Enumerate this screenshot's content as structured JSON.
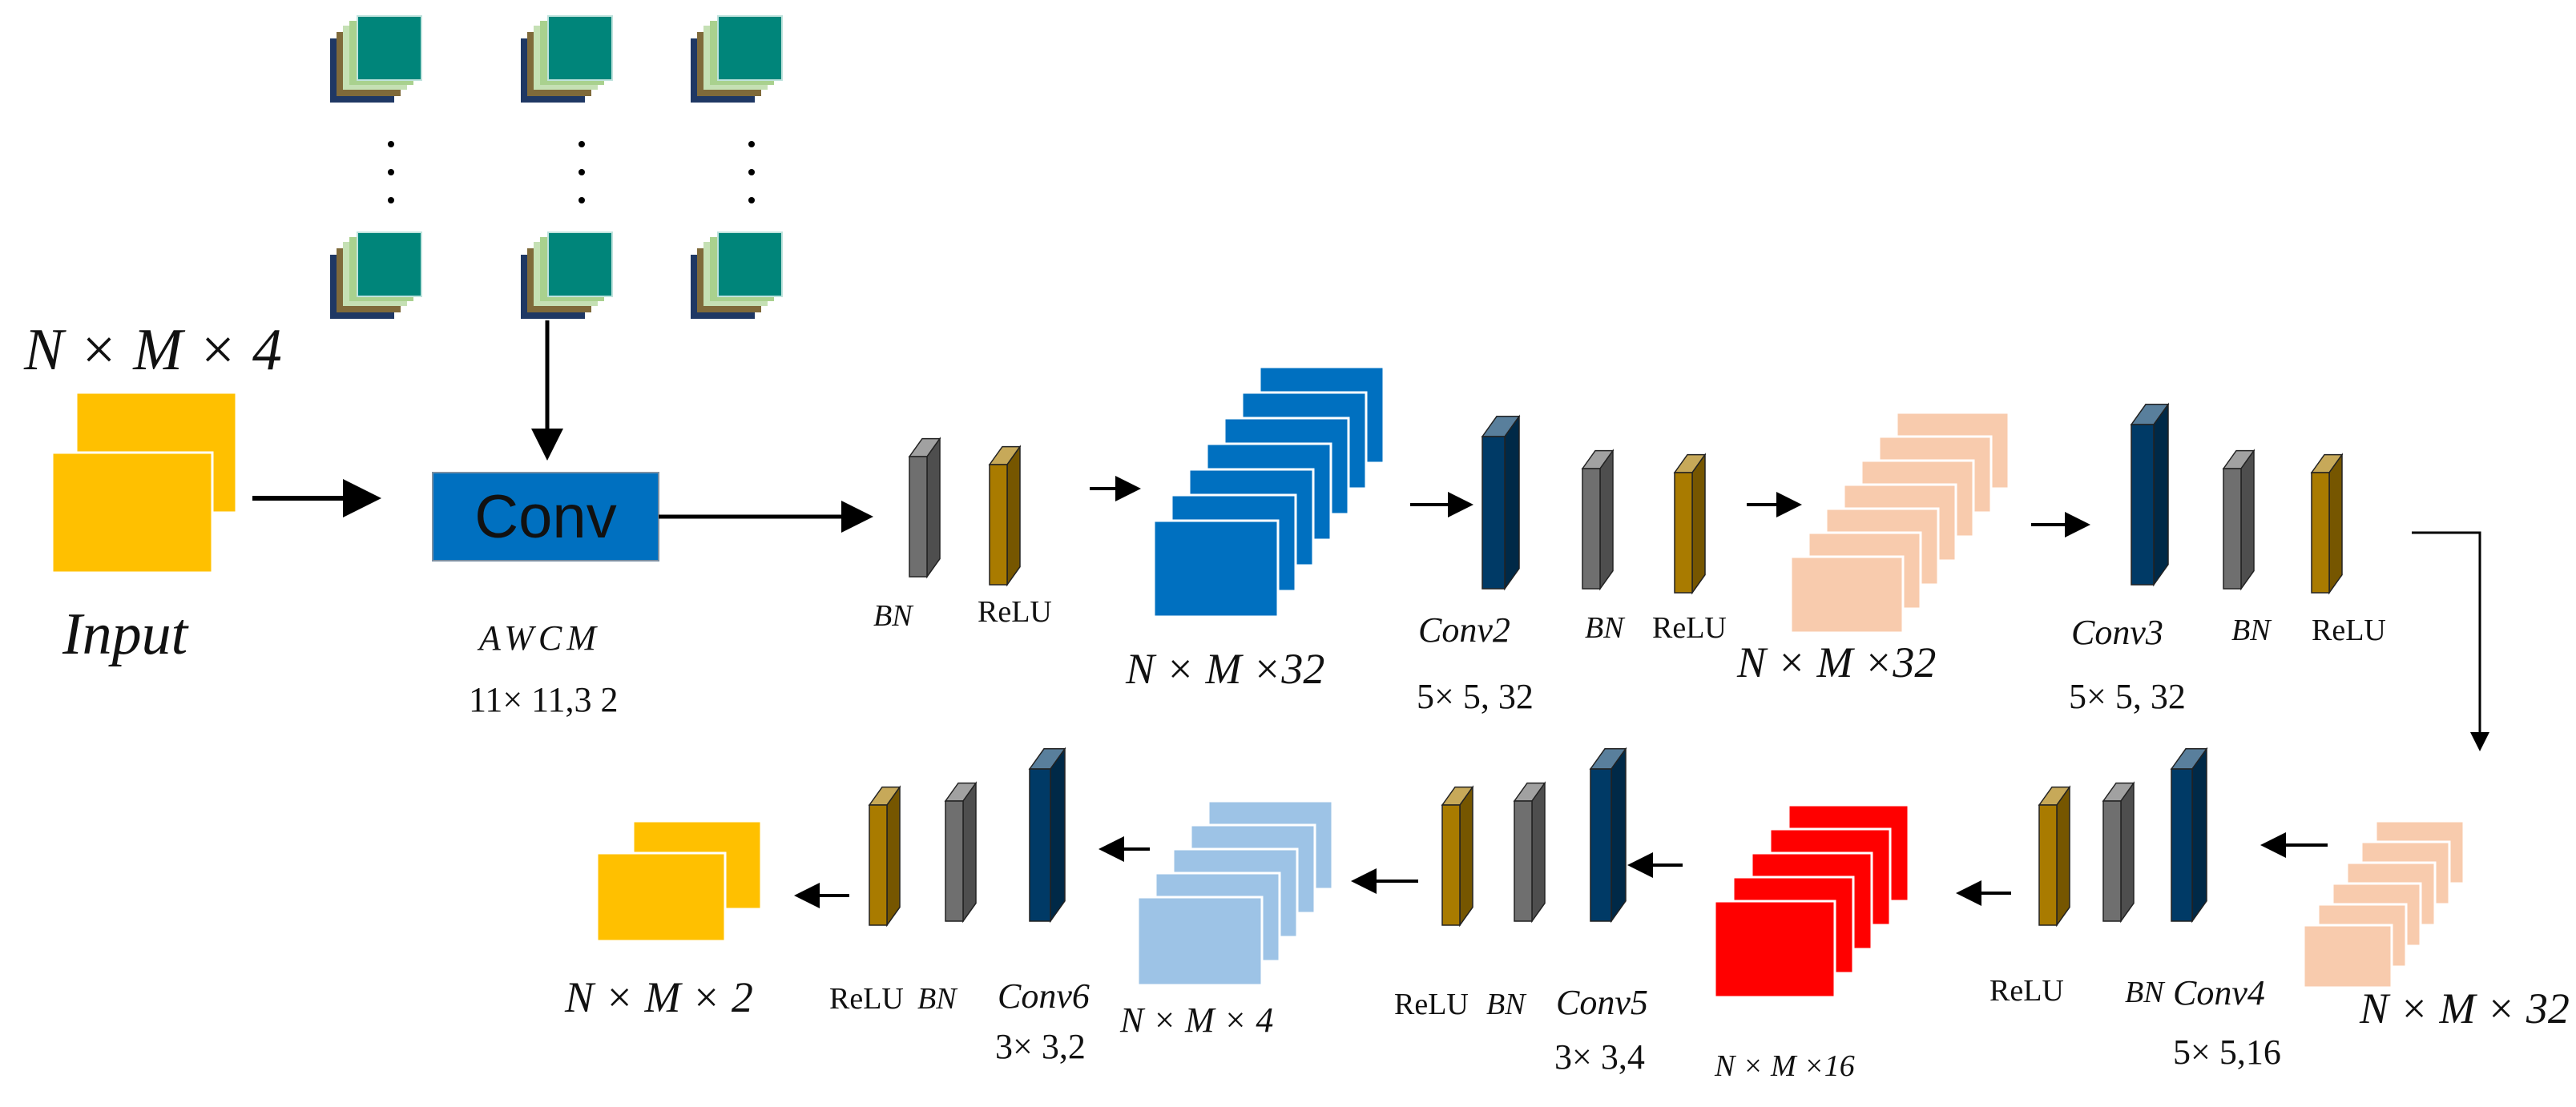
{
  "input": {
    "dims": "N × M × 4",
    "label": "Input"
  },
  "awcm": {
    "block": "Conv",
    "name": "AWCM",
    "params": "11× 11,3 2"
  },
  "stage1": {
    "bn": "BN",
    "relu": "ReLU",
    "output": "N × M ×32"
  },
  "conv2": {
    "name": "Conv2",
    "params": "5× 5, 32",
    "bn": "BN",
    "relu": "ReLU",
    "output": "N × M ×32"
  },
  "conv3": {
    "name": "Conv3",
    "params": "5× 5, 32",
    "bn": "BN",
    "relu": "ReLU",
    "output": "N × M × 32"
  },
  "conv4": {
    "name": "Conv4",
    "params": "5× 5,16",
    "bn": "BN",
    "relu": "ReLU",
    "output": "N × M ×16"
  },
  "conv5": {
    "name": "Conv5",
    "params": "3× 3,4",
    "bn": "BN",
    "relu": "ReLU",
    "output": "N × M × 4"
  },
  "conv6": {
    "name": "Conv6",
    "params": "3× 3,2",
    "bn": "BN",
    "relu": "ReLU",
    "output": "N × M × 2"
  },
  "colors": {
    "input_yellow": "#FFC000",
    "conv_blue": "#0070C0",
    "conv_dark": "#003A66",
    "bn_gray": "#6F6F6F",
    "relu_gold": "#A97B00",
    "feature_blue": "#0070C0",
    "feature_peach": "#F8CBAD",
    "feature_red": "#FF0000",
    "feature_lightblue": "#9DC3E6",
    "kernel_teal": "#00857A",
    "kernel_navy": "#1F3864"
  }
}
